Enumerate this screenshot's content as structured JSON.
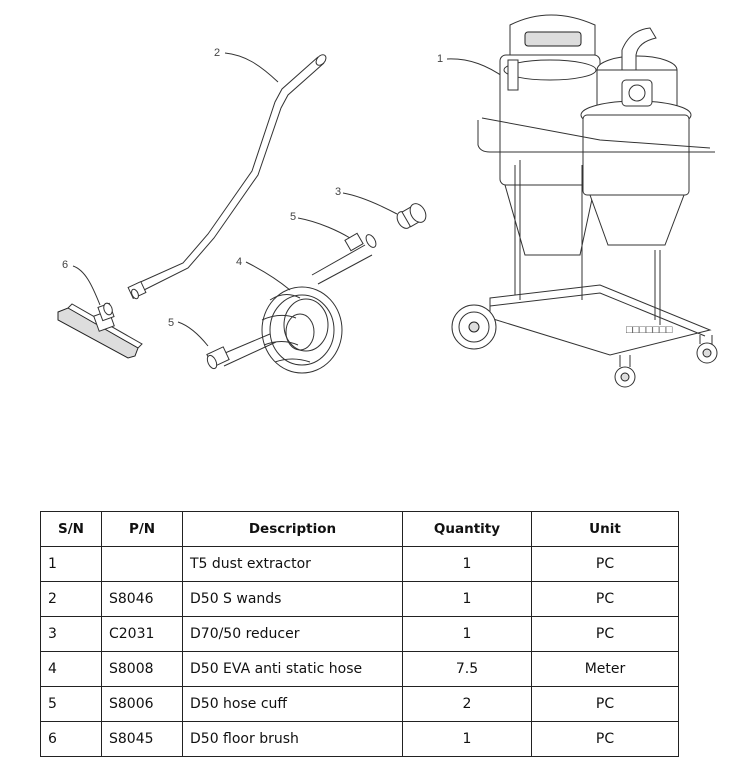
{
  "callouts": [
    "1",
    "2",
    "3",
    "4",
    "5",
    "5",
    "6"
  ],
  "table": {
    "headers": [
      "S/N",
      "P/N",
      "Description",
      "Quantity",
      "Unit"
    ],
    "rows": [
      {
        "sn": "1",
        "pn": "",
        "desc": "T5 dust extractor",
        "qty": "1",
        "unit": "PC"
      },
      {
        "sn": "2",
        "pn": "S8046",
        "desc": "D50 S wands",
        "qty": "1",
        "unit": "PC"
      },
      {
        "sn": "3",
        "pn": "C2031",
        "desc": "D70/50 reducer",
        "qty": "1",
        "unit": "PC"
      },
      {
        "sn": "4",
        "pn": "S8008",
        "desc": "D50 EVA anti static hose",
        "qty": "7.5",
        "unit": "Meter"
      },
      {
        "sn": "5",
        "pn": "S8006",
        "desc": "D50 hose cuff",
        "qty": "2",
        "unit": "PC"
      },
      {
        "sn": "6",
        "pn": "S8045",
        "desc": "D50 floor brush",
        "qty": "1",
        "unit": "PC"
      }
    ]
  }
}
